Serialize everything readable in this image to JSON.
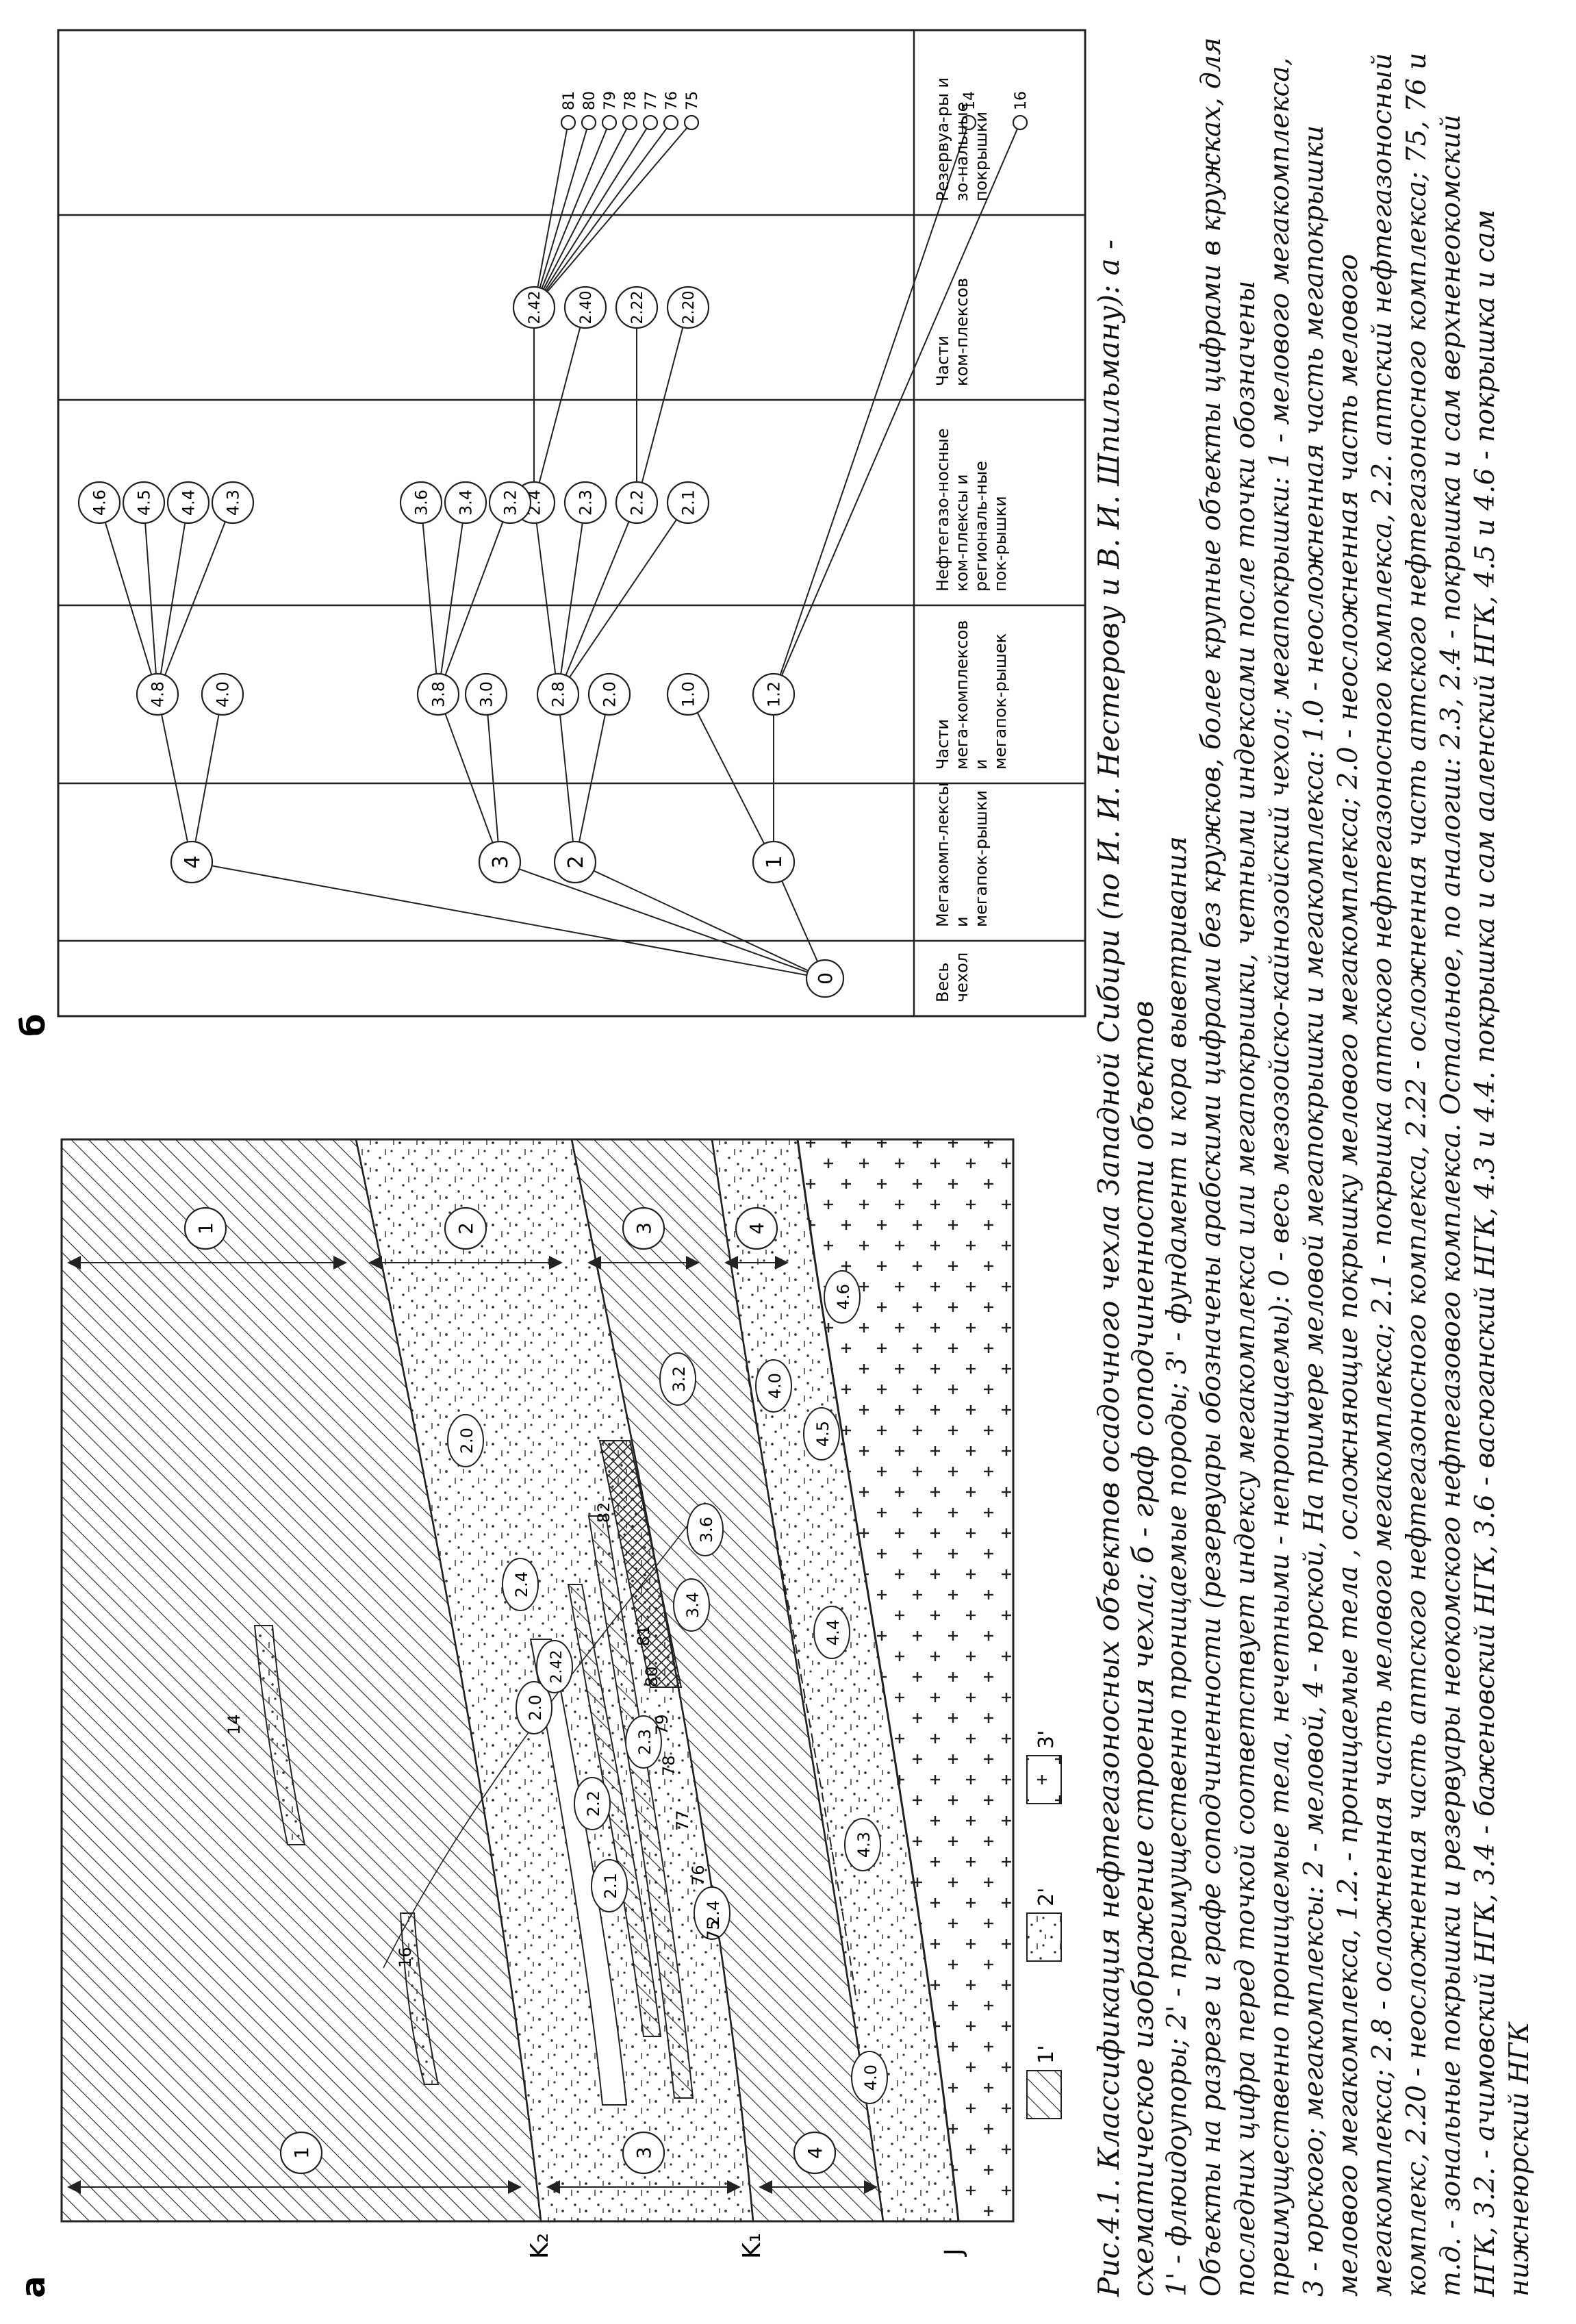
{
  "figure": {
    "panel_a": {
      "label": "а",
      "age_labels": [
        "K₂",
        "K₁",
        "J"
      ],
      "units": [
        "1",
        "2",
        "3",
        "4",
        "2.0",
        "2.1",
        "2.2",
        "2.3",
        "2.4",
        "2.0",
        "3.2",
        "3.4",
        "3.6",
        "4.0",
        "4.3",
        "4.4",
        "4.5",
        "4.6",
        "4.0",
        "2.4",
        "2.42"
      ],
      "reservoirs": [
        "14",
        "16",
        "75",
        "76",
        "77",
        "78",
        "79",
        "80",
        "81",
        "82"
      ],
      "legend": [
        {
          "mark": "1'",
          "pattern": "hatch"
        },
        {
          "mark": "2'",
          "pattern": "dots-dashes"
        },
        {
          "mark": "3'",
          "pattern": "crosses"
        }
      ]
    },
    "panel_b": {
      "label": "б",
      "column_headers": [
        "Весь чехол",
        "Мегакомп-лексы и мегапок-рышки",
        "Части мега-комплексов и мегапок-рышек",
        "Нефтегазо-носные ком-плексы и региональ-ные пок-рышки",
        "Части ком-плексов",
        "Резервуа-ры и зо-нальные покрышки"
      ],
      "nodes": {
        "root": "0",
        "level1": [
          "1",
          "2",
          "3",
          "4"
        ],
        "level2": [
          "1.2",
          "1.0",
          "2.0",
          "2.8",
          "3.0",
          "3.8",
          "4.0",
          "4.8"
        ],
        "level3": [
          "2.1",
          "2.2",
          "2.3",
          "2.4",
          "3.2",
          "3.4",
          "3.6",
          "4.3",
          "4.4",
          "4.5",
          "4.6"
        ],
        "level4": [
          "2.20",
          "2.22",
          "2.40",
          "2.42"
        ],
        "level5": [
          "16",
          "14",
          "75",
          "76",
          "77",
          "78",
          "79",
          "80",
          "81"
        ]
      }
    }
  },
  "caption": {
    "title": "Рис.4.1. Классификация нефтегазоносных объектов осадочного чехла Западной Сибири (по И. И. Нестерову и В. И. Шпильману): а - схематическое изображение строения чехла; б - граф соподчиненности объектов",
    "legend_line": "1' - флюидоупоры; 2' - преимущественно проницаемые породы; 3' - фундамент и кора выветривания",
    "body": "Объекты на разрезе и графе соподчиненности (резервуары обозначены арабскими цифрами без кружков, более крупные объекты цифрами в кружках, для последних цифра перед точкой соответствует индексу мегакомплекса или мегапокрышки, четными индексами после точки обозначены преимущественно проницаемые тела, нечетными - непроницаемы): 0 - весь мезозойско-кайнозойский чехол; мегапокрышки: 1 - мелового мегакомплекса, 3 - юрского; мегакомплексы: 2 - меловой, 4 - юрской, На примере меловой мегапокрышки и мегакомплекса: 1.0 - неосложненная часть мегапокрышки мелового мегакомплекса, 1.2. - проницаемые тела , осложняющие покрышку мелового мегакомплекса; 2.0 - неосложненная часть мелового мегакомплекса; 2.8 - осложненная часть мелового мегакомплекса; 2.1 - покрышка аптского нефтегазоносного комплекса, 2.2. аптский нефтегазоносный комплекс, 2.20 - неосложненная часть аптского нефтегазоносного комплекса, 2.22 - осложненная часть аптского нефтегазоносного комплекса; 75, 76 и т.д. - зональные покрышки и резервуары неокомского нефтегазового комплекса. Остальное, по аналогии: 2.3, 2.4 - покрышка и сам верхненеокомский НГК, 3.2. - ачимовский НГК, 3.4 - баженовский НГК, 3.6 - васюганский НГК, 4.3 и 4.4. покрышка и сам ааленский НГК, 4.5 и 4.6 - покрышка и сам нижнеюрский НГК"
  }
}
